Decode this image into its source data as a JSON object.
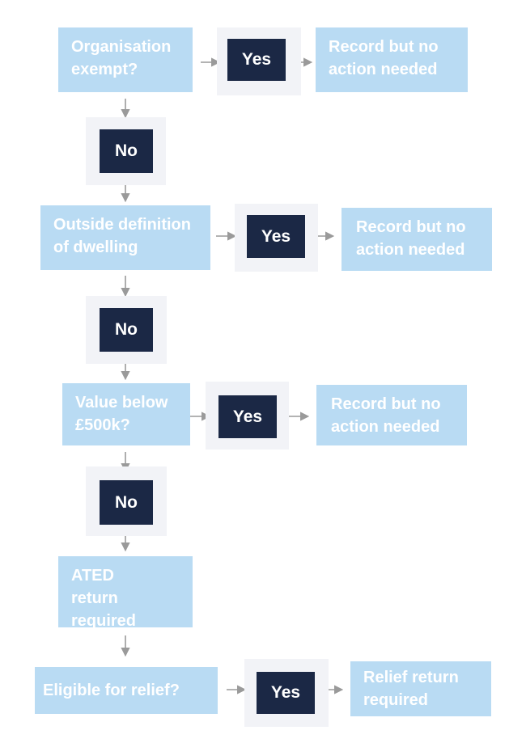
{
  "colors": {
    "box": "#b9dbf3",
    "answer": "#1b2845",
    "answer_pad": "#f2f3f7",
    "arrow": "#9a9a9a"
  },
  "steps": [
    {
      "question": "Organisation exempt?",
      "yes": "Yes",
      "outcome": "Record but no action needed",
      "no": "No"
    },
    {
      "question": "Outside definition of dwelling",
      "yes": "Yes",
      "outcome": "Record but no action needed",
      "no": "No"
    },
    {
      "question": "Value below £500k?",
      "yes": "Yes",
      "outcome": "Record but no action needed",
      "no": "No"
    },
    {
      "question": "ATED return required"
    },
    {
      "question": "Eligible for relief?",
      "yes": "Yes",
      "outcome": "Relief return required"
    }
  ]
}
